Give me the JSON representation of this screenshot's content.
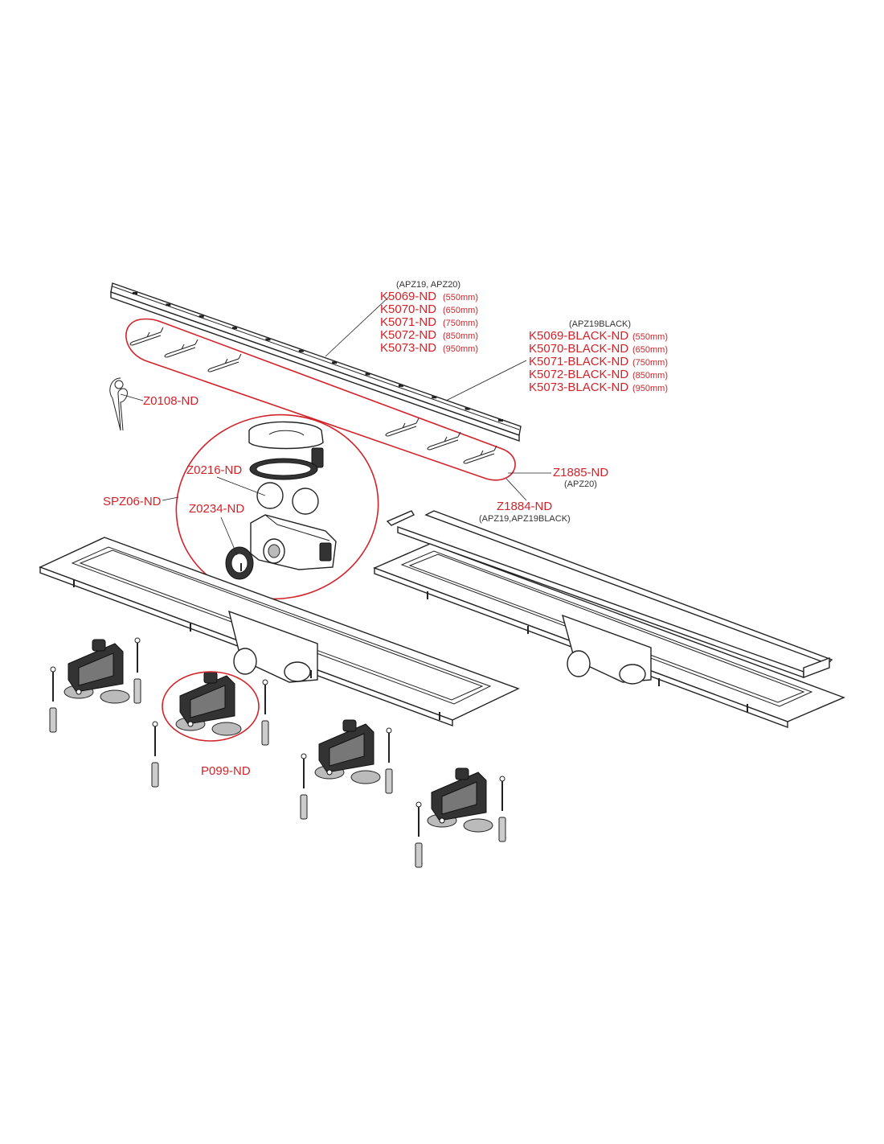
{
  "colors": {
    "accent": "#d2232a",
    "line": "#222222",
    "background": "#ffffff"
  },
  "labels": {
    "k_group_note": "(APZ19, APZ20)",
    "k_codes": [
      "K5069-ND",
      "K5070-ND",
      "K5071-ND",
      "K5072-ND",
      "K5073-ND"
    ],
    "k_sizes": [
      "(550mm)",
      "(650mm)",
      "(750mm)",
      "(850mm)",
      "(950mm)"
    ],
    "kb_group_note": "(APZ19BLACK)",
    "kb_codes": [
      "K5069-BLACK-ND",
      "K5070-BLACK-ND",
      "K5071-BLACK-ND",
      "K5072-BLACK-ND",
      "K5073-BLACK-ND"
    ],
    "kb_sizes": [
      "(550mm)",
      "(650mm)",
      "(750mm)",
      "(850mm)",
      "(950mm)"
    ],
    "z0108": "Z0108-ND",
    "z0216": "Z0216-ND",
    "spz06": "SPZ06-ND",
    "z0234": "Z0234-ND",
    "z1885": "Z1885-ND",
    "z1885_note": "(APZ20)",
    "z1884": "Z1884-ND",
    "z1884_note": "(APZ19,APZ19BLACK)",
    "p099": "P099-ND"
  }
}
